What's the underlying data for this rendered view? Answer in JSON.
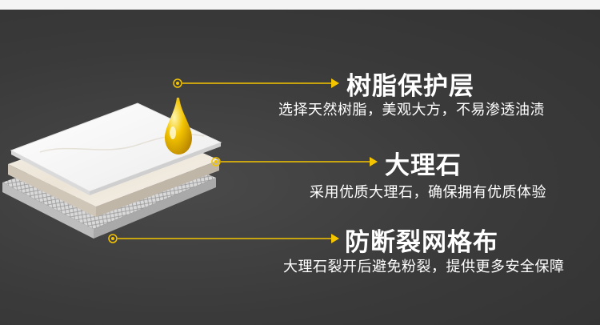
{
  "features": [
    {
      "title": "树脂保护层",
      "desc": "选择天然树脂，美观大方，不易渗透油渍"
    },
    {
      "title": "大理石",
      "desc": "采用优质大理石，确保拥有优质体验"
    },
    {
      "title": "防断裂网格布",
      "desc": "大理石裂开后避免粉裂，提供更多安全保障"
    }
  ],
  "colors": {
    "accent": "#f5c400",
    "background": "#3b3b3b",
    "text": "#ffffff"
  },
  "icons": [
    "resin-drop-icon",
    "arrow-icon"
  ]
}
